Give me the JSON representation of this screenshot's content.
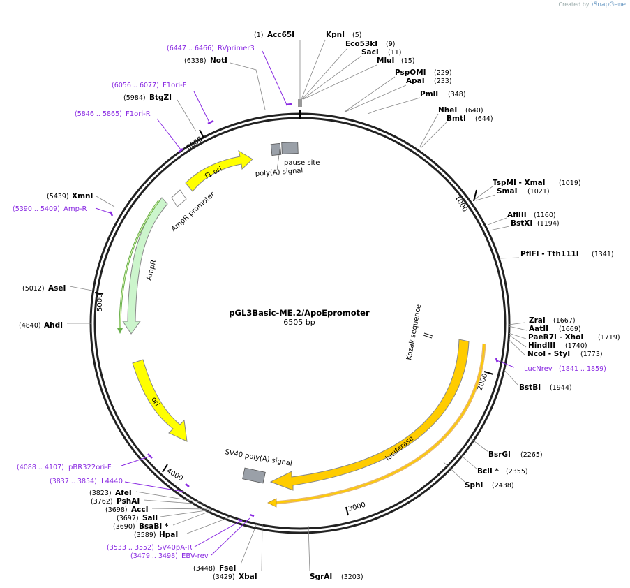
{
  "credit": {
    "prefix": "Created by",
    "brand": "SnapGene"
  },
  "plasmid": {
    "name": "pGL3Basic-ME.2/ApoEpromoter",
    "size": "6505 bp"
  },
  "ticks": [
    "1000",
    "2000",
    "3000",
    "4000",
    "5000",
    "6000"
  ],
  "sites": [
    {
      "pos": "(1)",
      "name": "Acc65I"
    },
    {
      "pos": "(5)",
      "name": "KpnI"
    },
    {
      "pos": "(9)",
      "name": "Eco53kI"
    },
    {
      "pos": "(11)",
      "name": "SacI"
    },
    {
      "pos": "(15)",
      "name": "MluI"
    },
    {
      "pos": "(229)",
      "name": "PspOMI"
    },
    {
      "pos": "(233)",
      "name": "ApaI"
    },
    {
      "pos": "(348)",
      "name": "PmlI"
    },
    {
      "pos": "(640)",
      "name": "NheI"
    },
    {
      "pos": "(644)",
      "name": "BmtI"
    },
    {
      "pos": "(1019)",
      "name": "TspMI - XmaI"
    },
    {
      "pos": "(1021)",
      "name": "SmaI"
    },
    {
      "pos": "(1160)",
      "name": "AflIII"
    },
    {
      "pos": "(1194)",
      "name": "BstXI"
    },
    {
      "pos": "(1341)",
      "name": "PflFI - Tth111I"
    },
    {
      "pos": "(1667)",
      "name": "ZraI"
    },
    {
      "pos": "(1669)",
      "name": "AatII"
    },
    {
      "pos": "(1719)",
      "name": "PaeR7I - XhoI"
    },
    {
      "pos": "(1740)",
      "name": "HindIII"
    },
    {
      "pos": "(1773)",
      "name": "NcoI - StyI"
    },
    {
      "pos": "(1944)",
      "name": "BstBI"
    },
    {
      "pos": "(2265)",
      "name": "BsrGI"
    },
    {
      "pos": "(2355)",
      "name": "BclI *"
    },
    {
      "pos": "(2438)",
      "name": "SphI"
    },
    {
      "pos": "(3203)",
      "name": "SgrAI"
    },
    {
      "pos": "(3429)",
      "name": "XbaI"
    },
    {
      "pos": "(3448)",
      "name": "FseI"
    },
    {
      "pos": "(3589)",
      "name": "HpaI"
    },
    {
      "pos": "(3690)",
      "name": "BsaBI *"
    },
    {
      "pos": "(3697)",
      "name": "SalI"
    },
    {
      "pos": "(3698)",
      "name": "AccI"
    },
    {
      "pos": "(3762)",
      "name": "PshAI"
    },
    {
      "pos": "(3823)",
      "name": "AfeI"
    },
    {
      "pos": "(4840)",
      "name": "AhdI"
    },
    {
      "pos": "(5012)",
      "name": "AseI"
    },
    {
      "pos": "(5439)",
      "name": "XmnI"
    },
    {
      "pos": "(5984)",
      "name": "BtgZI"
    },
    {
      "pos": "(6338)",
      "name": "NotI"
    }
  ],
  "primers": [
    {
      "pos": "(6447 .. 6466)",
      "name": "RVprimer3"
    },
    {
      "pos": "(6056 .. 6077)",
      "name": "F1ori-F"
    },
    {
      "pos": "(5846 .. 5865)",
      "name": "F1ori-R"
    },
    {
      "pos": "(5390 .. 5409)",
      "name": "Amp-R"
    },
    {
      "pos": "(1841 .. 1859)",
      "name": "LucNrev"
    },
    {
      "pos": "(4088 .. 4107)",
      "name": "pBR322ori-F"
    },
    {
      "pos": "(3837 .. 3854)",
      "name": "L4440"
    },
    {
      "pos": "(3533 .. 3552)",
      "name": "SV40pA-R"
    },
    {
      "pos": "(3479 .. 3498)",
      "name": "EBV-rev"
    }
  ],
  "features": {
    "f1_ori": "f1 ori",
    "ampr_promoter": "AmpR promoter",
    "ampr": "AmpR",
    "ori": "ori",
    "luciferase": "luciferase",
    "kozak": "Kozak sequence",
    "pause_site": "pause site",
    "polya_signal": "poly(A) signal",
    "sv40_polya": "SV40 poly(A) signal"
  },
  "colors": {
    "backbone": "#222222",
    "site_line": "#888888",
    "primer": "#8a2be2",
    "f1_ori": "#ffff00",
    "ori": "#ffff00",
    "ampr": "#ccf5cc",
    "luciferase": "#ffcc00",
    "polyA": "#9aa0a8"
  }
}
